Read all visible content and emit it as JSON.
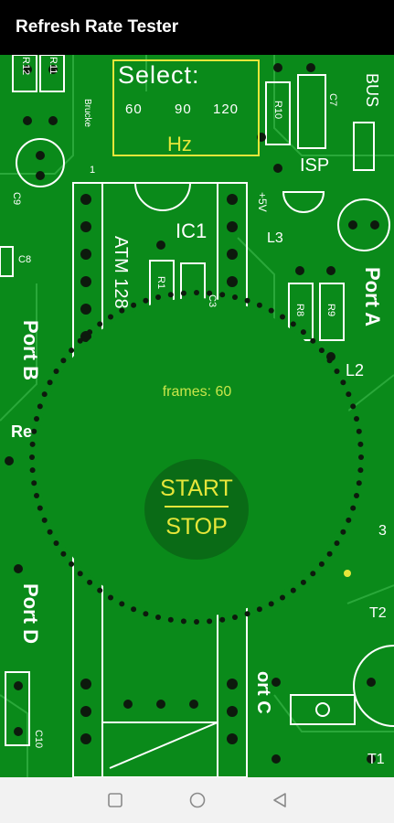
{
  "app": {
    "title": "Refresh Rate Tester"
  },
  "selector": {
    "label": "Select:",
    "options": [
      "60",
      "90",
      "120"
    ],
    "unit": "Hz"
  },
  "frames": {
    "text": "frames: 60"
  },
  "button": {
    "start": "START",
    "stop": "STOP"
  },
  "pcb_labels": {
    "port_a": "Port A",
    "port_b": "Port B",
    "port_c": "ort C",
    "port_d": "Port D",
    "atm": "ATM 128",
    "ic1": "IC1",
    "isp": "ISP",
    "bus": "BUS",
    "r1": "R1",
    "r8": "R8",
    "r9": "R9",
    "r10": "R10",
    "r11": "R11",
    "r12": "R12",
    "c3": "C3",
    "c7": "C7",
    "c8": "C8",
    "c9": "C9",
    "c10": "C10",
    "l2": "L2",
    "l3": "L3",
    "t1": "T1",
    "t2": "T2",
    "plus5v": "+5V",
    "re": "Re",
    "brucke": "Brucke",
    "num1": "1",
    "num3": "3"
  },
  "colors": {
    "pcb": "#0a8a1a",
    "accent": "#e6e63a",
    "frames_text": "#c8e64a",
    "appbar": "#000000"
  }
}
